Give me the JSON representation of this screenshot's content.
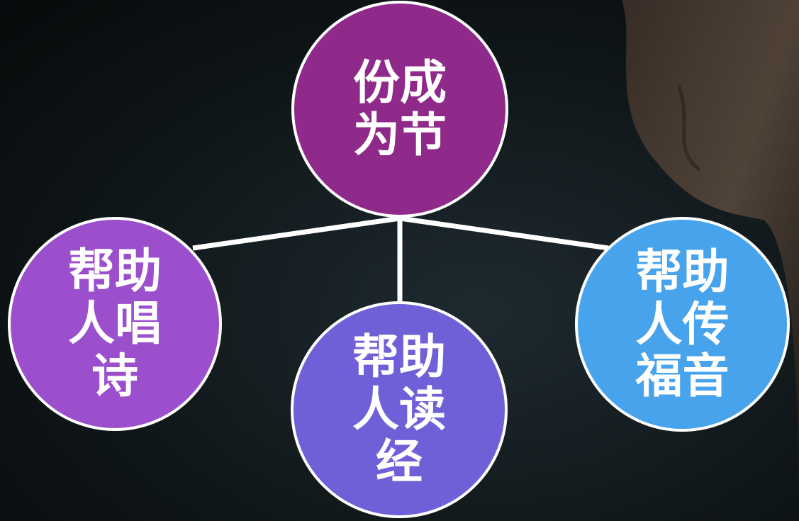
{
  "diagram": {
    "root": {
      "lines": [
        "份成",
        "为节"
      ],
      "color": "#8f2a8a"
    },
    "children": [
      {
        "id": "left",
        "lines": [
          "帮助",
          "人唱",
          "诗"
        ],
        "color": "#9b4fcc"
      },
      {
        "id": "mid",
        "lines": [
          "帮助",
          "人读",
          "经"
        ],
        "color": "#7060d8"
      },
      {
        "id": "right",
        "lines": [
          "帮助",
          "人传",
          "福音"
        ],
        "color": "#47a3ec"
      }
    ],
    "connector_color": "#ffffff"
  }
}
